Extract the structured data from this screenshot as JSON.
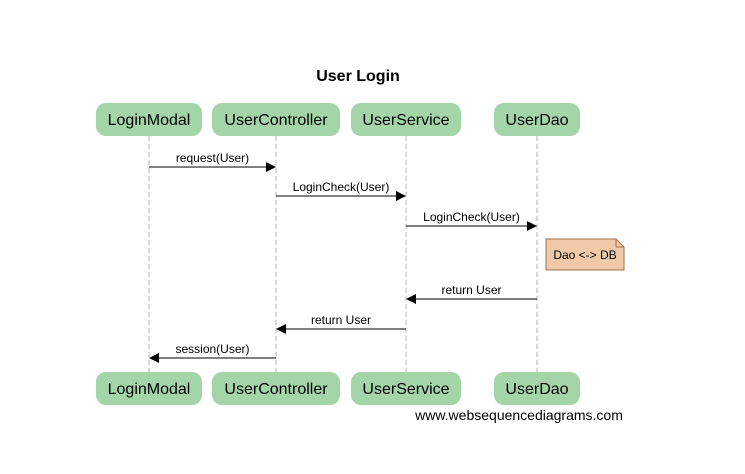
{
  "diagram": {
    "title": "User Login",
    "participants": [
      "LoginModal",
      "UserController",
      "UserService",
      "UserDao"
    ],
    "messages": [
      {
        "from": 0,
        "to": 1,
        "label": "request(User)"
      },
      {
        "from": 1,
        "to": 2,
        "label": "LoginCheck(User)"
      },
      {
        "from": 2,
        "to": 3,
        "label": "LoginCheck(User)"
      },
      {
        "from": 3,
        "to": 2,
        "label": "return User"
      },
      {
        "from": 2,
        "to": 1,
        "label": "return User"
      },
      {
        "from": 1,
        "to": 0,
        "label": "session(User)"
      }
    ],
    "note": {
      "text": "Dao <-> DB",
      "participant": 3
    },
    "watermark": "www.websequencediagrams.com",
    "colors": {
      "participant_fill": "#a3d5a9",
      "note_fill": "#efc9a8",
      "note_border": "#a0714a",
      "lifeline": "#b5b5b5"
    }
  }
}
